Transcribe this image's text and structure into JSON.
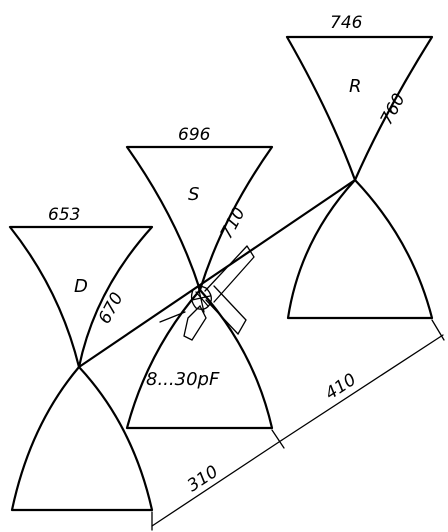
{
  "elements": {
    "D": {
      "letter": "D",
      "top_width": "653",
      "inner": "670"
    },
    "S": {
      "letter": "S",
      "top_width": "696",
      "inner": "710"
    },
    "R": {
      "letter": "R",
      "top_width": "746",
      "inner": "760"
    }
  },
  "capacitor": {
    "label": "8...30pF"
  },
  "dimensions": {
    "spacing_d_s": "310",
    "spacing_s_r": "410"
  }
}
